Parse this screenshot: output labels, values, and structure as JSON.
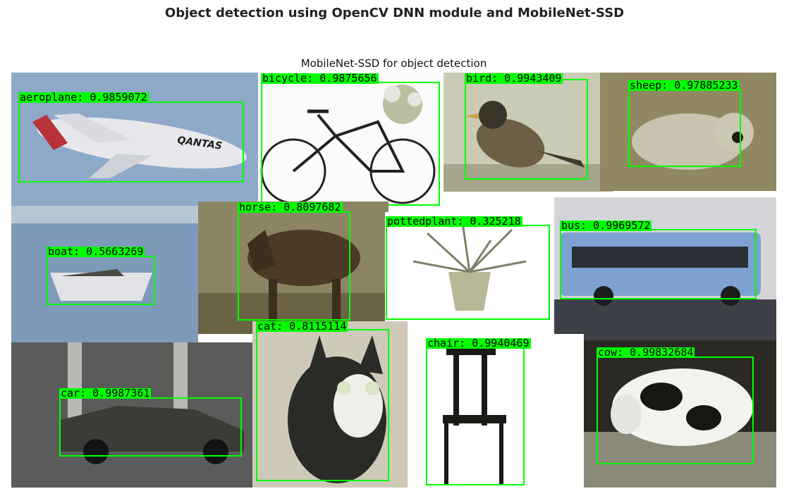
{
  "suptitle": "Object detection using OpenCV DNN module and MobileNet-SSD",
  "axes_title": "MobileNet-SSD for object detection",
  "colors": {
    "box": "#00ff00",
    "label_bg": "#00ff00",
    "label_text": "#000000"
  },
  "detections": [
    {
      "label": "aeroplane: 0.9859072"
    },
    {
      "label": "bicycle: 0.9875656"
    },
    {
      "label": "bird: 0.9943409"
    },
    {
      "label": "sheep: 0.97885233"
    },
    {
      "label": "boat: 0.5663269"
    },
    {
      "label": "horse: 0.8097682"
    },
    {
      "label": "pottedplant: 0.325218"
    },
    {
      "label": "bus: 0.9969572"
    },
    {
      "label": "cat: 0.8115114"
    },
    {
      "label": "chair: 0.9940469"
    },
    {
      "label": "car: 0.9987361"
    },
    {
      "label": "cow: 0.99832684"
    }
  ]
}
